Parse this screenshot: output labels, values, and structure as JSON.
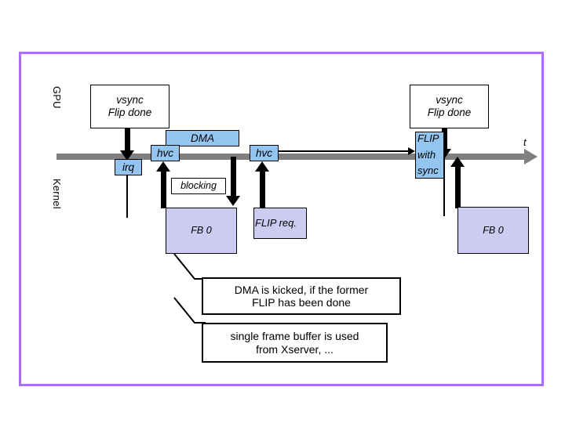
{
  "diagram": {
    "title_colors": {
      "frame_border": "#a96ff5",
      "timeline": "#808080",
      "blue_fill": "#93c5f0",
      "lavender_fill": "#ccccf2",
      "stroke": "#000000"
    },
    "axis_labels": {
      "gpu": "GPU",
      "kernel": "Kernel",
      "time": "t"
    },
    "gpu_events": [
      {
        "id": "vsync-left",
        "line1": "vsync",
        "line2": "Flip done"
      },
      {
        "id": "vsync-right",
        "line1": "vsync",
        "line2": "Flip done"
      }
    ],
    "timeline_nodes": [
      {
        "id": "irq",
        "label": "irq"
      },
      {
        "id": "hvc-1",
        "label": "hvc"
      },
      {
        "id": "hvc-2",
        "label": "hvc"
      },
      {
        "id": "dma",
        "label": "DMA"
      },
      {
        "id": "flip-with-sync",
        "line1": "FLIP",
        "line2": "with",
        "line3": "sync"
      }
    ],
    "kernel_blocks": [
      {
        "id": "fb0-left",
        "label": "FB 0"
      },
      {
        "id": "flip-req",
        "label": "FLIP req."
      },
      {
        "id": "fb0-right",
        "label": "FB 0"
      }
    ],
    "markers": [
      {
        "id": "blocking",
        "label": "blocking"
      }
    ],
    "notes": [
      {
        "id": "note-dma",
        "line1": "DMA is kicked, if the former",
        "line2": "FLIP has been done"
      },
      {
        "id": "note-fb",
        "line1": "single frame buffer is used",
        "line2": "from Xserver, ..."
      }
    ]
  }
}
